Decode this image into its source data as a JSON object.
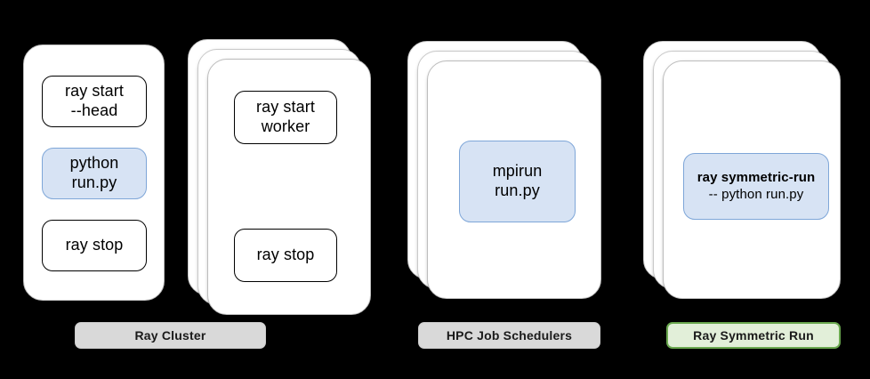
{
  "diagram": {
    "title": "Ray execution modes comparison",
    "background_color": "#000000",
    "colors": {
      "card_fill": "#ffffff",
      "card_border": "#cfcfcf",
      "highlight_fill": "#d7e3f4",
      "highlight_border": "#7ea6d8",
      "label_gray_fill": "#d9d9d9",
      "label_gray_border": "#cccccc",
      "label_green_fill": "#e2efd9",
      "label_green_border": "#6aa84f",
      "text": "#000000"
    }
  },
  "groups": [
    {
      "id": "ray-cluster",
      "label": "Ray Cluster",
      "label_style": "gray",
      "cards": [
        {
          "id": "head-node",
          "stacked": false,
          "stack_count": 1,
          "boxes": [
            {
              "id": "ray-start-head",
              "style": "plain",
              "lines": [
                "ray start",
                "--head"
              ]
            },
            {
              "id": "python-run-py",
              "style": "highlight",
              "lines": [
                "python",
                "run.py"
              ]
            },
            {
              "id": "ray-stop-head",
              "style": "plain",
              "lines": [
                "ray stop"
              ]
            }
          ]
        },
        {
          "id": "worker-nodes",
          "stacked": true,
          "stack_count": 3,
          "boxes": [
            {
              "id": "ray-start-worker",
              "style": "plain",
              "lines": [
                "ray start",
                "worker"
              ]
            },
            {
              "id": "ray-stop-worker",
              "style": "plain",
              "lines": [
                "ray stop"
              ]
            }
          ]
        }
      ]
    },
    {
      "id": "hpc-job-schedulers",
      "label": "HPC Job Schedulers",
      "label_style": "gray",
      "cards": [
        {
          "id": "hpc-nodes",
          "stacked": true,
          "stack_count": 3,
          "boxes": [
            {
              "id": "mpirun-run-py",
              "style": "highlight",
              "lines": [
                "mpirun",
                "run.py"
              ]
            }
          ]
        }
      ]
    },
    {
      "id": "ray-symmetric-run",
      "label": "Ray Symmetric Run",
      "label_style": "green",
      "cards": [
        {
          "id": "symmetric-nodes",
          "stacked": true,
          "stack_count": 3,
          "boxes": [
            {
              "id": "ray-symmetric-run-cmd",
              "style": "highlight",
              "lines": [
                "ray symmetric-run",
                "-- python run.py"
              ],
              "line_styles": [
                "bold",
                "sub"
              ]
            }
          ]
        }
      ]
    }
  ],
  "text": {
    "ray_start_head_l1": "ray start",
    "ray_start_head_l2": "--head",
    "python_l1": "python",
    "python_l2": "run.py",
    "ray_stop_head": "ray stop",
    "ray_start_worker_l1": "ray start",
    "ray_start_worker_l2": "worker",
    "ray_stop_worker": "ray stop",
    "mpirun_l1": "mpirun",
    "mpirun_l2": "run.py",
    "symmetric_l1": "ray symmetric-run",
    "symmetric_l2": "-- python run.py",
    "label_ray_cluster": "Ray Cluster",
    "label_hpc": "HPC Job Schedulers",
    "label_symmetric": "Ray Symmetric Run"
  }
}
